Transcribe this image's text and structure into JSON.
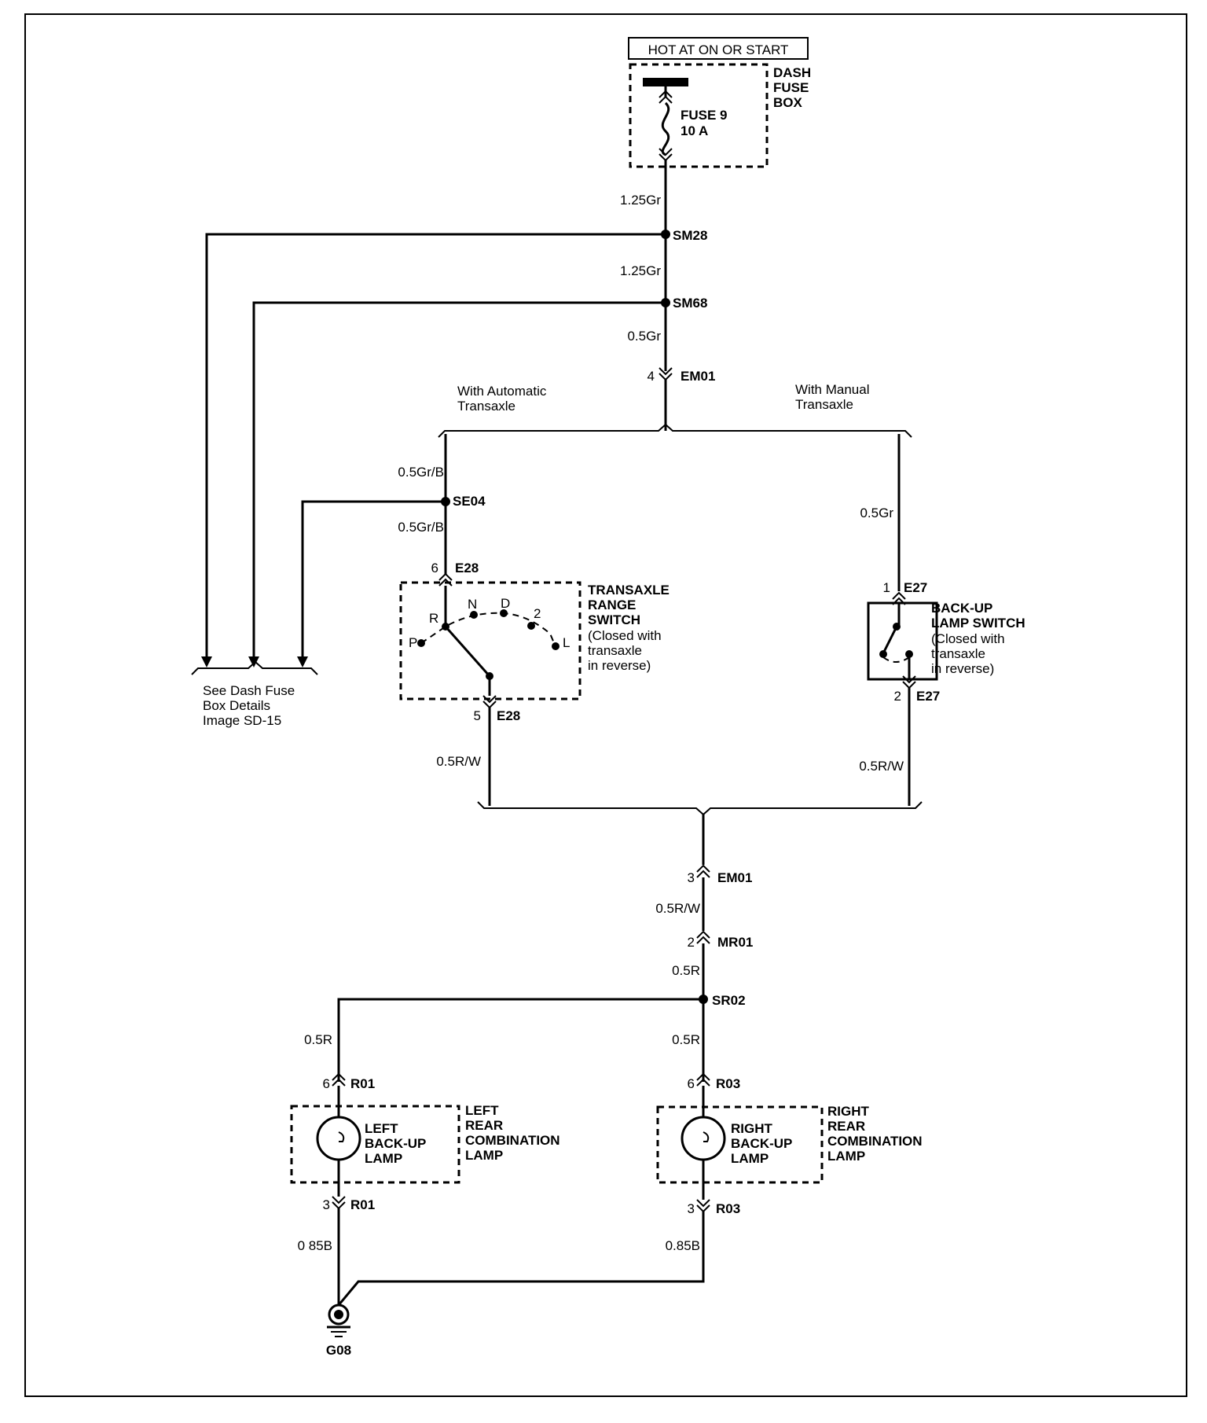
{
  "power": {
    "header": "HOT AT ON OR START",
    "fuse_box": [
      "DASH",
      "FUSE",
      "BOX"
    ],
    "fuse": [
      "FUSE 9",
      "10 A"
    ]
  },
  "splices": {
    "sm28": "SM28",
    "sm68": "SM68",
    "se04": "SE04",
    "sr02": "SR02"
  },
  "wires": {
    "w_top": "1.25Gr",
    "w_mid": "1.25Gr",
    "w_em01": "0.5Gr",
    "w_auto_1": "0.5Gr/B",
    "w_auto_2": "0.5Gr/B",
    "w_manual": "0.5Gr",
    "w_auto_out": "0.5R/W",
    "w_manual_out": "0.5R/W",
    "w_em01_out": "0.5R/W",
    "w_mr01_out": "0.5R",
    "w_left": "0.5R",
    "w_right": "0.5R",
    "w_left_ground": "0 85B",
    "w_right_ground": "0.85B"
  },
  "branches": {
    "auto": [
      "With Automatic",
      "Transaxle"
    ],
    "manual": [
      "With Manual",
      "Transaxle"
    ]
  },
  "connectors": {
    "em01_top": {
      "pin": "4",
      "name": "EM01"
    },
    "e28_top": {
      "pin": "6",
      "name": "E28"
    },
    "e28_bot": {
      "pin": "5",
      "name": "E28"
    },
    "e27_top": {
      "pin": "1",
      "name": "E27"
    },
    "e27_bot": {
      "pin": "2",
      "name": "E27"
    },
    "em01_bot": {
      "pin": "3",
      "name": "EM01"
    },
    "mr01": {
      "pin": "2",
      "name": "MR01"
    },
    "r01_top": {
      "pin": "6",
      "name": "R01"
    },
    "r03_top": {
      "pin": "6",
      "name": "R03"
    },
    "r01_bot": {
      "pin": "3",
      "name": "R01"
    },
    "r03_bot": {
      "pin": "3",
      "name": "R03"
    }
  },
  "transaxle_range_switch": {
    "title": [
      "TRANSAXLE",
      "RANGE",
      "SWITCH"
    ],
    "note": [
      "(Closed with",
      "transaxle",
      "in reverse)"
    ],
    "positions": {
      "p": "P",
      "r": "R",
      "n": "N",
      "d": "D",
      "two": "2",
      "l": "L"
    }
  },
  "backup_lamp_switch": {
    "title": [
      "BACK-UP",
      "LAMP SWITCH"
    ],
    "note": [
      "(Closed with",
      "transaxle",
      "in reverse)"
    ]
  },
  "fuse_note": [
    "See Dash Fuse",
    "Box Details",
    "Image  SD-15"
  ],
  "left_lamp": {
    "bulb": [
      "LEFT",
      "BACK-UP",
      "LAMP"
    ],
    "assembly": [
      "LEFT",
      "REAR",
      "COMBINATION",
      "LAMP"
    ]
  },
  "right_lamp": {
    "bulb": [
      "RIGHT",
      "BACK-UP",
      "LAMP"
    ],
    "assembly": [
      "RIGHT",
      "REAR",
      "COMBINATION",
      "LAMP"
    ]
  },
  "ground": "G08"
}
